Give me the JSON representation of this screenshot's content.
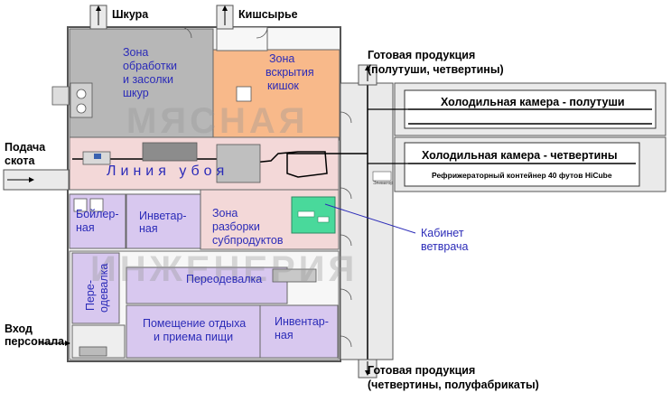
{
  "labels": {
    "hides": "Шкура",
    "casings": "Кишсырье",
    "product_top_1": "Готовая продукция",
    "product_top_2": "(полутуши, четвертины)",
    "cattle_in_1": "Подача",
    "cattle_in_2": "скота",
    "staff_in_1": "Вход",
    "staff_in_2": "персонала",
    "product_bottom_1": "Готовая продукция",
    "product_bottom_2": "(четвертины, полуфабрикаты)"
  },
  "rooms": {
    "hide_zone_1": "Зона",
    "hide_zone_2": "обработки",
    "hide_zone_3": "и засолки",
    "hide_zone_4": "шкур",
    "gut_zone_1": "Зона",
    "gut_zone_2": "вскрытия",
    "gut_zone_3": "кишок",
    "boiler_1": "Бойлер-",
    "boiler_2": "ная",
    "inventory_1": "Инветар-",
    "inventory_2": "ная",
    "offal_1": "Зона",
    "offal_2": "разборки",
    "offal_3": "субпродуктов",
    "changing_vertical_1": "Пере-",
    "changing_vertical_2": "одевалка",
    "changing_main": "Переодевалка",
    "rest_1": "Помещение отдыха",
    "rest_2": "и приема пищи",
    "inventory_b_1": "Инвентар-",
    "inventory_b_2": "ная",
    "vet_1": "Кабинет",
    "vet_2": "ветврача"
  },
  "slaughter_line": "Линия убоя",
  "cold_rooms": {
    "halves": "Холодильная камера - полутуши",
    "quarters": "Холодильная камера - четвертины",
    "container": "Рефрижераторный контейнер 40 футов HiCube"
  },
  "elevator": "Элеватор",
  "watermark": {
    "line1": "МЯСНАЯ",
    "line2": "ИНЖЕНЕРИЯ"
  },
  "colors": {
    "hide_zone": "#b7b7b7",
    "gut_zone": "#f8b98a",
    "slaughter_hall": "#f3d8d8",
    "staff_rooms": "#d8c8ef",
    "vet_room": "#49d99b",
    "corridor": "#eaeaea",
    "walls": "#555555",
    "room_text": "#2b2bb8"
  }
}
